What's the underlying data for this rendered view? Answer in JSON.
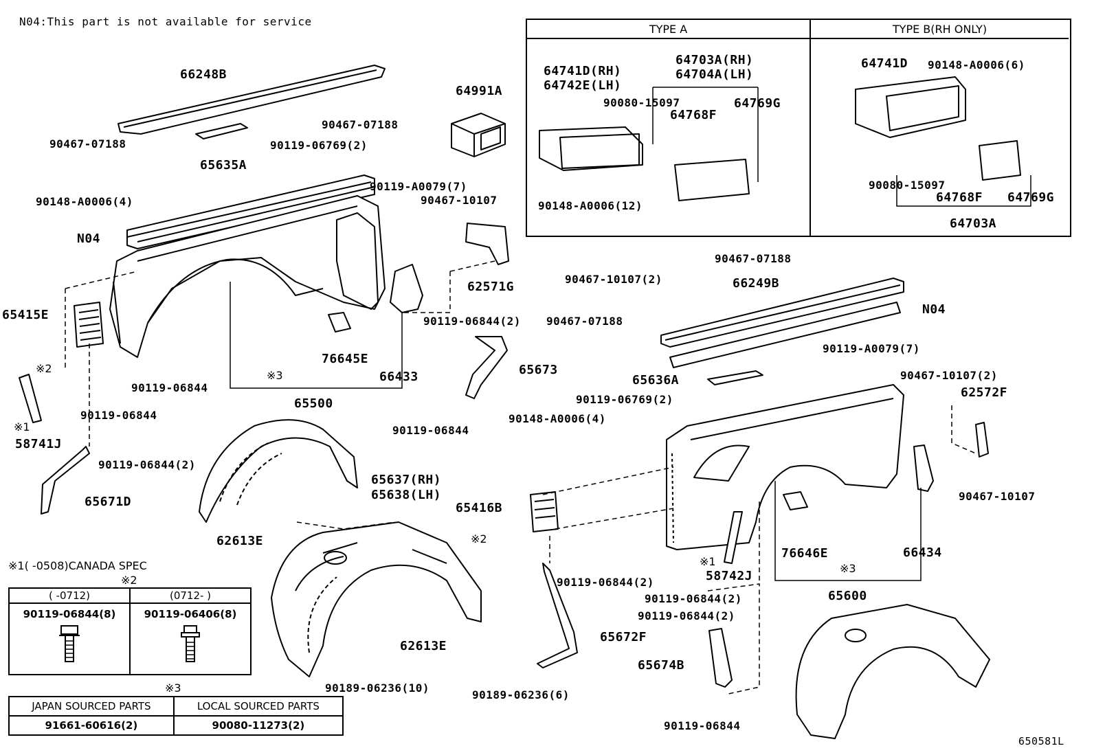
{
  "note": "N04:This part is not available for service",
  "diagram_code": "650581L",
  "inset": {
    "type_a_title": "TYPE A",
    "type_b_title": "TYPE B(RH ONLY)"
  },
  "callouts": [
    "66248B",
    "90467-07188",
    "90467-07188",
    "90119-06769(2)",
    "65635A",
    "64991A",
    "90148-A0006(4)",
    "N04",
    "90119-A0079(7)",
    "90467-10107",
    "90467-10107(2)",
    "62571G",
    "65415E",
    "※2",
    "※1",
    "58741J",
    "90119-06844",
    "90119-06844",
    "※3",
    "76645E",
    "66433",
    "65500",
    "90119-06844(2)",
    "65673",
    "90119-06844",
    "90119-06844(2)",
    "65671D",
    "65637(RH)",
    "65638(LH)",
    "62613E",
    "62613E",
    "90189-06236(10)",
    "90189-06236(6)",
    "65416B",
    "※2",
    "90119-06844(2)",
    "65672F",
    "90119-06844(2)",
    "※1",
    "58742J",
    "90119-06844(2)",
    "65674B",
    "90119-06844",
    "90467-07188",
    "66249B",
    "N04",
    "90467-07188",
    "65636A",
    "90119-06769(2)",
    "90148-A0006(4)",
    "90119-A0079(7)",
    "90467-10107(2)",
    "62572F",
    "90467-10107",
    "76646E",
    "※3",
    "66434",
    "65600",
    "64741D(RH)",
    "64742E(LH)",
    "64703A(RH)",
    "64704A(LH)",
    "90080-15097",
    "64768F",
    "64769G",
    "90148-A0006(12)",
    "64741D",
    "90148-A0006(6)",
    "90080-15097",
    "64768F",
    "64769G",
    "64703A"
  ],
  "spec1_note": "※1(     -0508)CANADA SPEC",
  "spec2": {
    "mark": "※2",
    "cols": [
      "(     -0712)",
      "(0712-     )"
    ],
    "parts": [
      "90119-06844(8)",
      "90119-06406(8)"
    ]
  },
  "spec3": {
    "mark": "※3",
    "cols": [
      "JAPAN SOURCED PARTS",
      "LOCAL SOURCED PARTS"
    ],
    "parts": [
      "91661-60616(2)",
      "90080-11273(2)"
    ]
  }
}
